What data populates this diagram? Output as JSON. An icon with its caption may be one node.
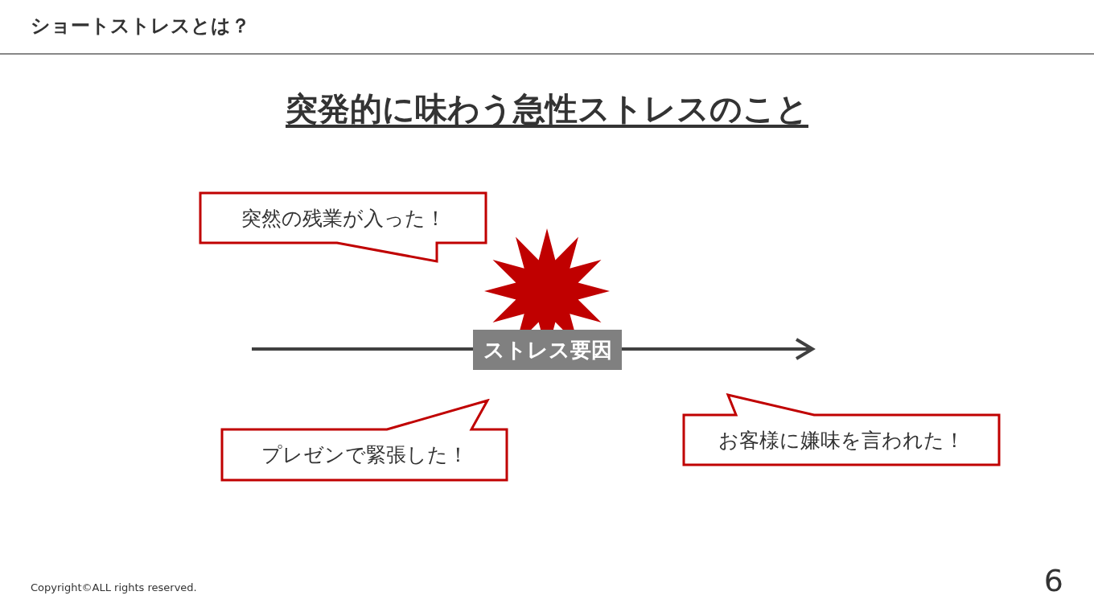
{
  "diagram": {
    "title": "ショートストレスとは？",
    "nodes": [
      {
        "text": [
          "突然の残業が入った！"
        ]
      },
      {
        "text": [],
        "shape": "star"
      },
      {
        "text": [
          "ストレス要因"
        ]
      },
      {
        "text": [
          "プレゼンで緊張した！"
        ]
      },
      {
        "text": [
          "お客様に嫌味を言われた！"
        ]
      }
    ],
    "labels": [
      "突発的に味わう急性ストレスのこと",
      "Copyright©ALL rights reserved.",
      "6"
    ]
  }
}
